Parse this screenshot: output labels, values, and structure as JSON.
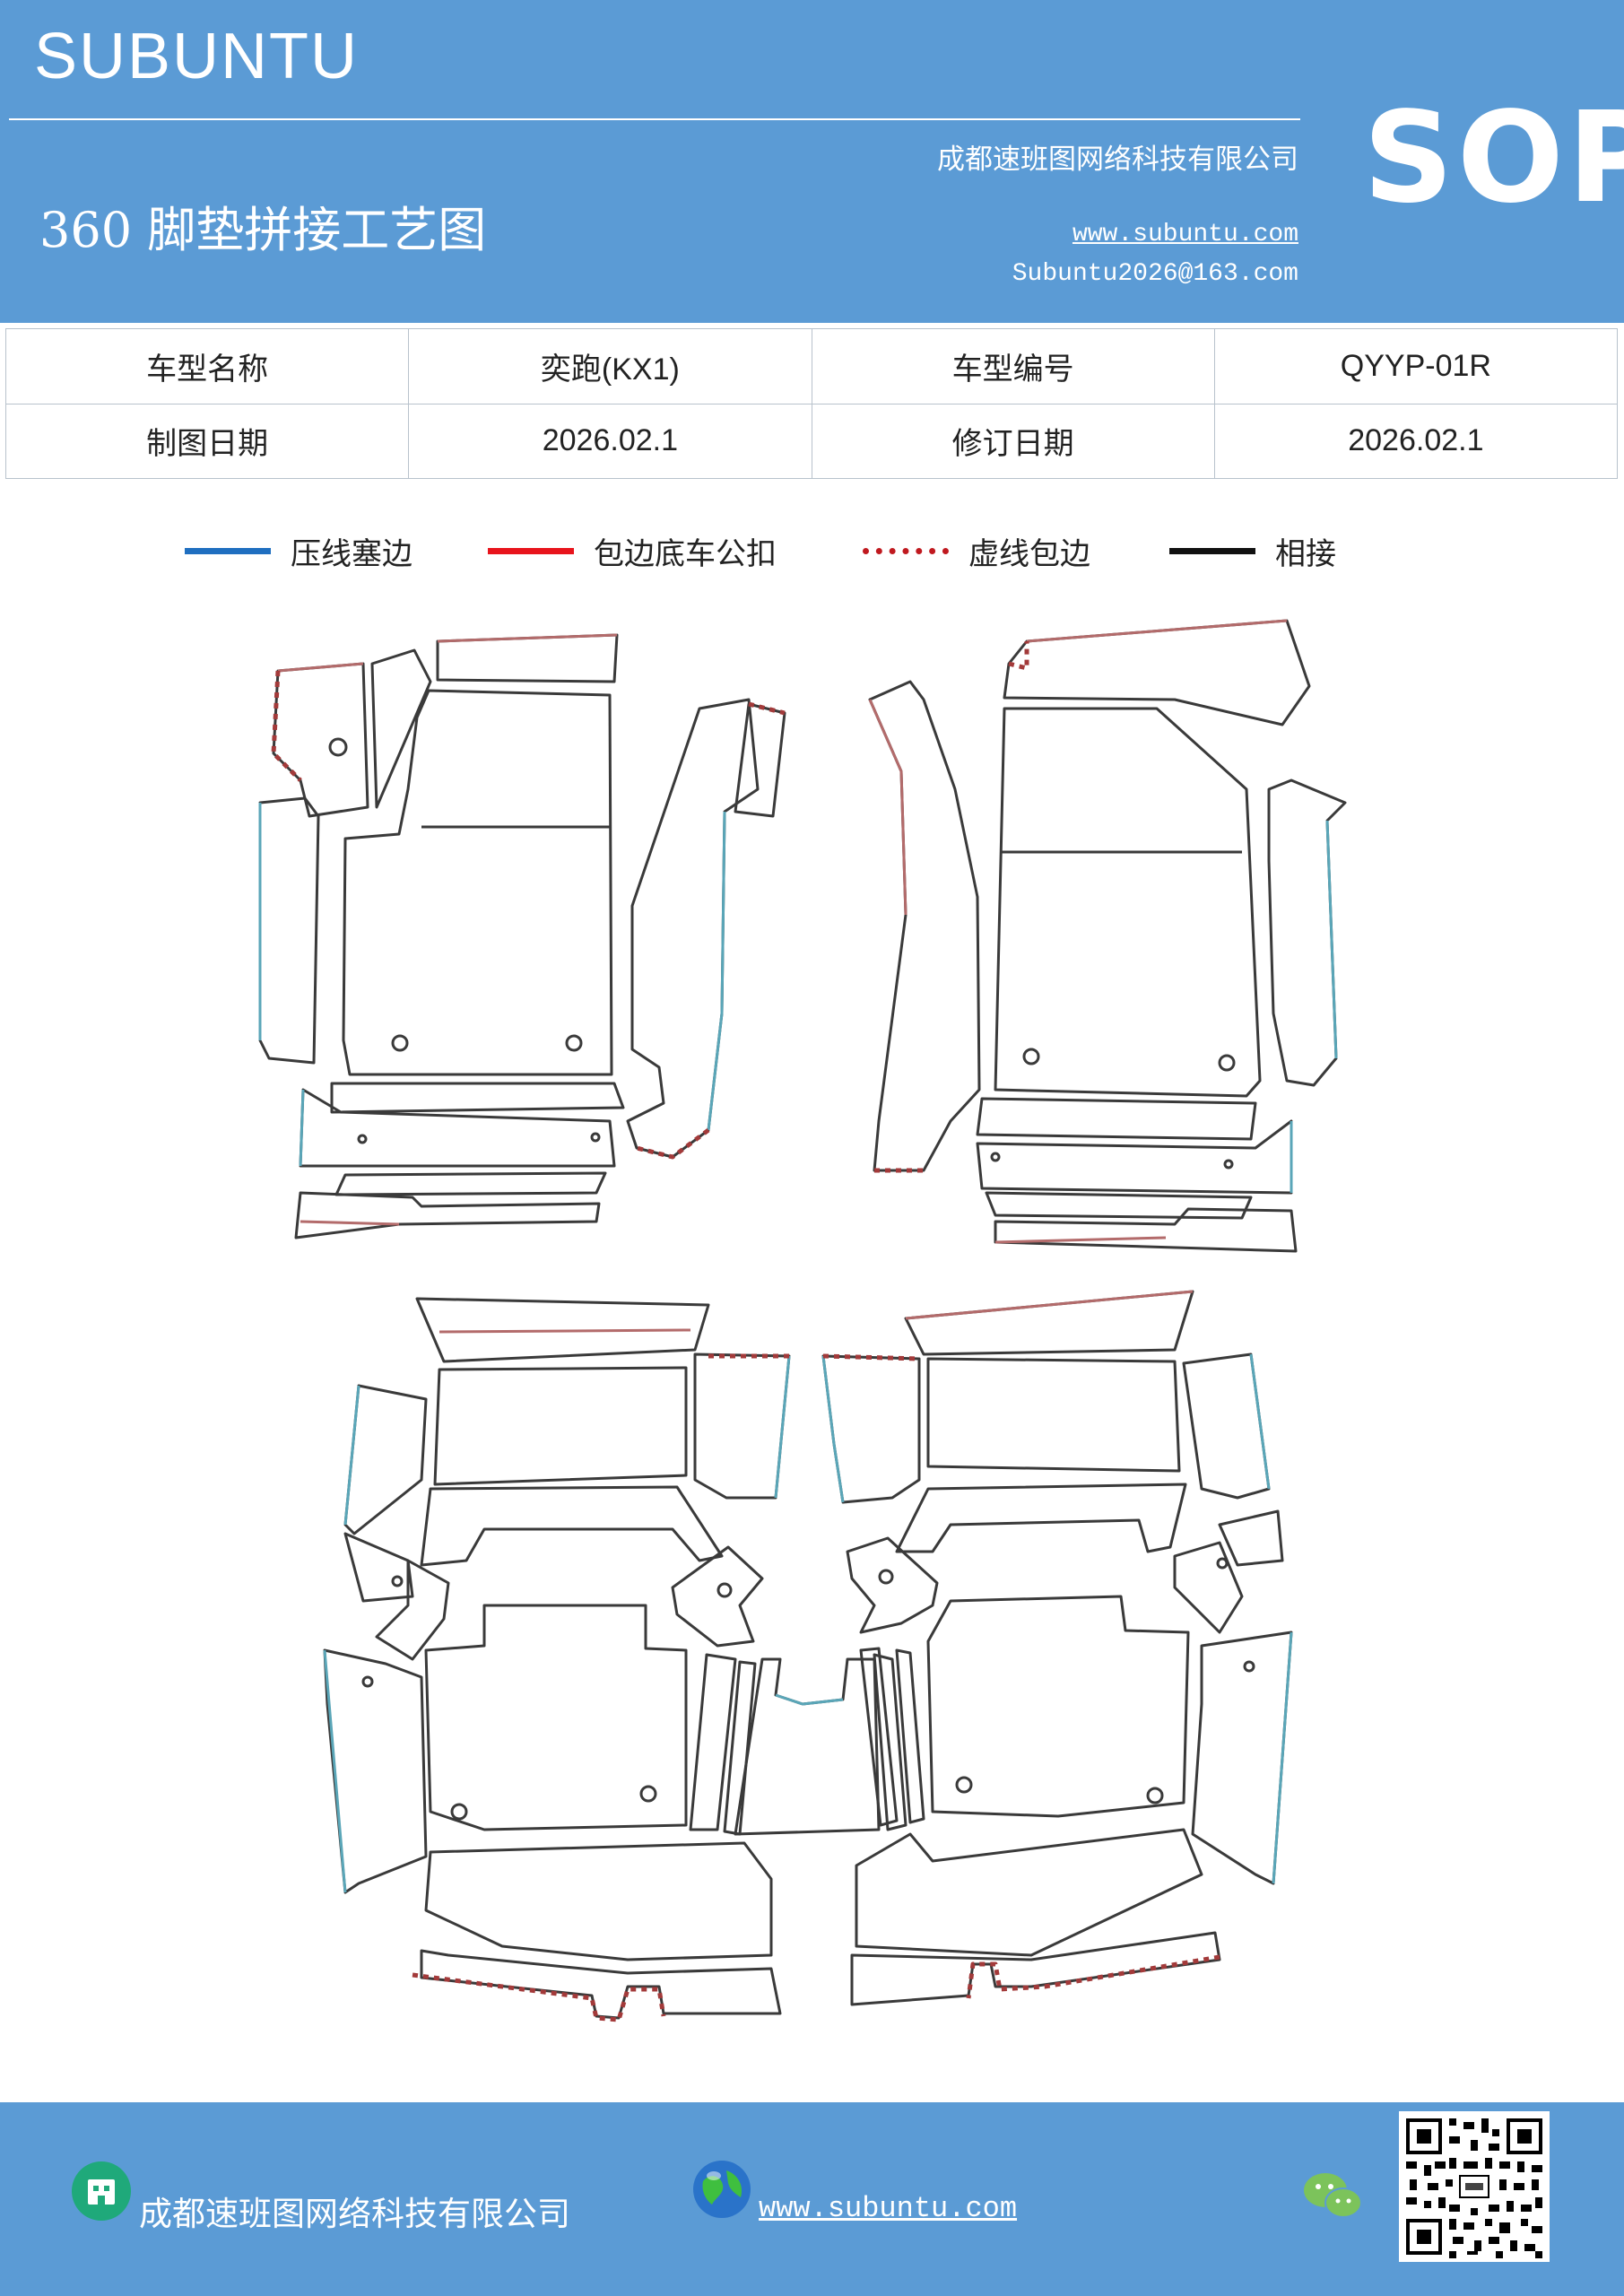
{
  "header": {
    "brand": "SUBUNTU",
    "company": "成都速班图网络科技有限公司",
    "title": "360 脚垫拼接工艺图",
    "website": "www.subuntu.com",
    "email": "Subuntu2026@163.com",
    "badge": "SOP"
  },
  "info_table": {
    "rows": [
      [
        "车型名称",
        "奕跑(KX1)",
        "车型编号",
        "QYYP-01R"
      ],
      [
        "制图日期",
        "2026.02.1",
        "修订日期",
        "2026.02.1"
      ]
    ]
  },
  "legend": [
    {
      "label": "压线塞边",
      "style": "solid",
      "color": "#1f6fc0"
    },
    {
      "label": "包边底车公扣",
      "style": "solid",
      "color": "#e8141c"
    },
    {
      "label": "虚线包边",
      "style": "dotted",
      "color": "#c0191f"
    },
    {
      "label": "相接",
      "style": "solid",
      "color": "#111111"
    }
  ],
  "colors": {
    "header_bg": "#5b9bd5",
    "outline": "#3a3a3a",
    "press_edge": "#5aa6b8",
    "bind_edge": "#b36b6b",
    "dotted_edge": "#a33a3a"
  },
  "footer": {
    "company": "成都速班图网络科技有限公司",
    "website": "www.subuntu.com"
  },
  "icons": [
    "building-icon",
    "globe-icon",
    "wechat-icon",
    "qr-code"
  ]
}
